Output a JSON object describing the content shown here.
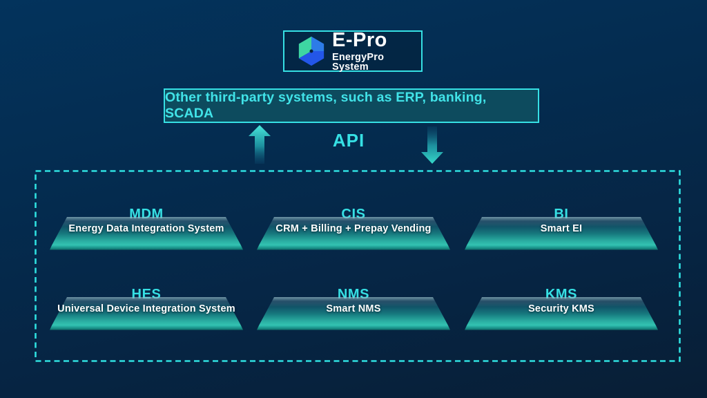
{
  "logo": {
    "title": "E-Pro",
    "subtitle": "EnergyPro System",
    "icon": "hexagon-cube-icon"
  },
  "banner": {
    "text": "Other third-party systems, such as ERP, banking, SCADA"
  },
  "api": {
    "label": "API"
  },
  "modules": {
    "rows": [
      [
        {
          "code": "MDM",
          "name": "Energy Data Integration System"
        },
        {
          "code": "CIS",
          "name": "CRM + Billing + Prepay Vending"
        },
        {
          "code": "BI",
          "name": "Smart EI"
        }
      ],
      [
        {
          "code": "HES",
          "name": "Universal Device Integration System"
        },
        {
          "code": "NMS",
          "name": "Smart NMS"
        },
        {
          "code": "KMS",
          "name": "Security KMS"
        }
      ]
    ]
  },
  "colors": {
    "accent_cyan": "#36e0e4",
    "platform_teal": "#2fbfae",
    "banner_fill": "#0d4b5e",
    "background_navy": "#04294a",
    "logo_green": "#3ed6a2",
    "logo_blue_light": "#2d7ce8",
    "logo_blue_dark": "#2356e8"
  }
}
